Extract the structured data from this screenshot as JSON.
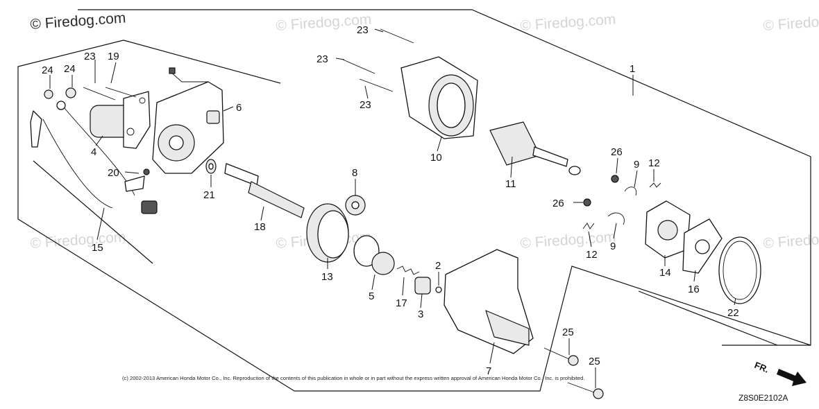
{
  "watermarks": {
    "main": "© Firedog.com",
    "repeat": "© Firedog.com"
  },
  "callouts": [
    {
      "id": "c1",
      "label": "1"
    },
    {
      "id": "c2",
      "label": "2"
    },
    {
      "id": "c3",
      "label": "3"
    },
    {
      "id": "c4",
      "label": "4"
    },
    {
      "id": "c5",
      "label": "5"
    },
    {
      "id": "c6",
      "label": "6"
    },
    {
      "id": "c7",
      "label": "7"
    },
    {
      "id": "c8",
      "label": "8"
    },
    {
      "id": "c9a",
      "label": "9"
    },
    {
      "id": "c9b",
      "label": "9"
    },
    {
      "id": "c10",
      "label": "10"
    },
    {
      "id": "c11",
      "label": "11"
    },
    {
      "id": "c12a",
      "label": "12"
    },
    {
      "id": "c12b",
      "label": "12"
    },
    {
      "id": "c13",
      "label": "13"
    },
    {
      "id": "c14",
      "label": "14"
    },
    {
      "id": "c15",
      "label": "15"
    },
    {
      "id": "c16",
      "label": "16"
    },
    {
      "id": "c17",
      "label": "17"
    },
    {
      "id": "c18",
      "label": "18"
    },
    {
      "id": "c19",
      "label": "19"
    },
    {
      "id": "c20",
      "label": "20"
    },
    {
      "id": "c21",
      "label": "21"
    },
    {
      "id": "c22",
      "label": "22"
    },
    {
      "id": "c23a",
      "label": "23"
    },
    {
      "id": "c23b",
      "label": "23"
    },
    {
      "id": "c23c",
      "label": "23"
    },
    {
      "id": "c23d",
      "label": "23"
    },
    {
      "id": "c24a",
      "label": "24"
    },
    {
      "id": "c24b",
      "label": "24"
    },
    {
      "id": "c25a",
      "label": "25"
    },
    {
      "id": "c25b",
      "label": "25"
    },
    {
      "id": "c26a",
      "label": "26"
    },
    {
      "id": "c26b",
      "label": "26"
    }
  ],
  "copyright": "(c) 2002-2013 American Honda Motor Co., Inc. Reproduction of the contents of this publication in whole or in part without the express written approval of American Honda Motor Co., Inc. is prohibited.",
  "diagram_code": "Z8S0E2102A",
  "direction_label": "FR."
}
